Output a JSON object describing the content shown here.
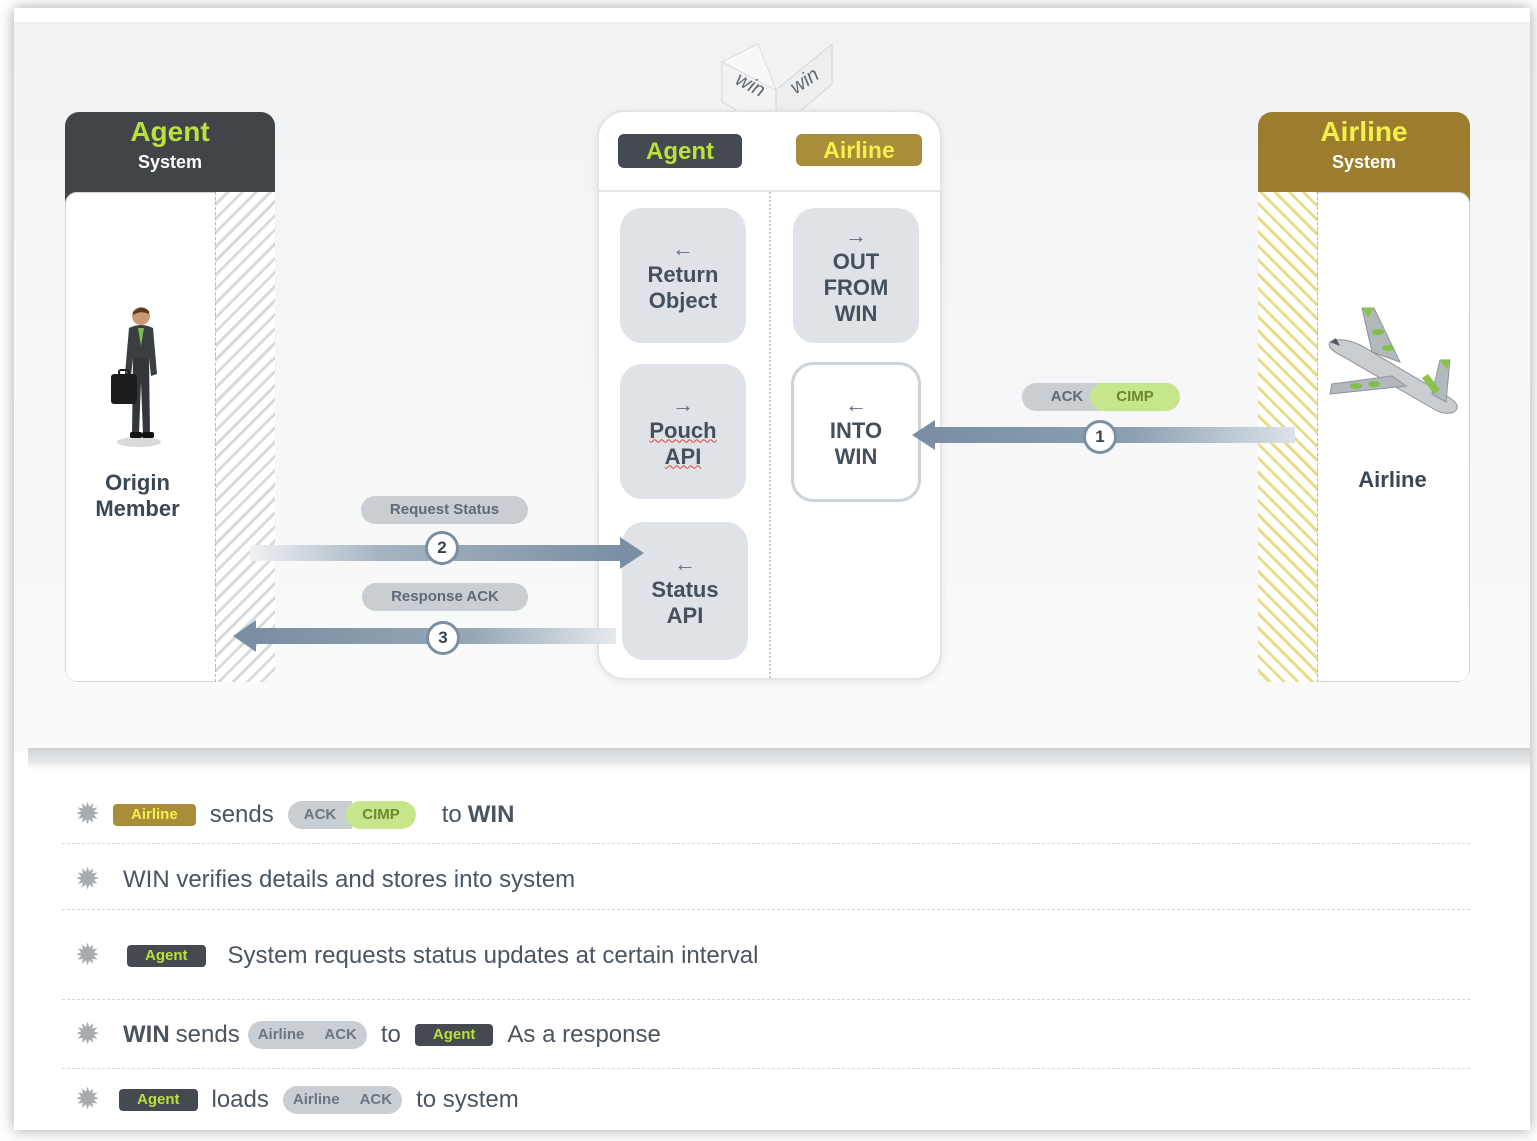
{
  "agent_system": {
    "title": "Agent",
    "subtitle": "System",
    "member_label": "Origin\nMember"
  },
  "airline_system": {
    "title": "Airline",
    "subtitle": "System",
    "airline_label": "Airline"
  },
  "win": {
    "logo_text": "win",
    "agent_tab": "Agent",
    "airline_tab": "Airline",
    "boxes": {
      "return_object": {
        "arrow": "←",
        "label": "Return\nObject"
      },
      "out_from_win": {
        "arrow": "→",
        "label": "OUT\nFROM\nWIN"
      },
      "pouch_api": {
        "arrow": "→",
        "label_1": "Pouch",
        "label_2": "API"
      },
      "into_win": {
        "arrow": "←",
        "label": "INTO\nWIN"
      },
      "status_api": {
        "arrow": "←",
        "label": "Status\nAPI"
      }
    }
  },
  "flows": {
    "step1": {
      "number": "1",
      "tag_ack": "ACK",
      "tag_cimp": "CIMP"
    },
    "step2": {
      "number": "2",
      "tag": "Request  Status"
    },
    "step3": {
      "number": "3",
      "tag": "Response  ACK"
    }
  },
  "steps": {
    "s1": {
      "pill": "Airline",
      "t1": "sends",
      "ack": "ACK",
      "cimp": "CIMP",
      "t2": "to",
      "t3": "WIN"
    },
    "s2": {
      "t1": "WIN verifies details and stores into system"
    },
    "s3": {
      "pill": "Agent",
      "t1": "System requests status updates at certain interval"
    },
    "s4": {
      "t1": "WIN",
      "t2": "sends",
      "a": "Airline",
      "b": "ACK",
      "t3": "to",
      "pill": "Agent",
      "t4": "As a response"
    },
    "s5": {
      "pill": "Agent",
      "t1": "loads",
      "a": "Airline",
      "b": "ACK",
      "t2": "to system"
    }
  },
  "colors": {
    "agent_dark": "#414549",
    "agent_green": "#b9e23a",
    "airline_gold": "#9c7d2e",
    "airline_yellow": "#f5f04a",
    "arrow_steel": "#7a8fa3"
  }
}
